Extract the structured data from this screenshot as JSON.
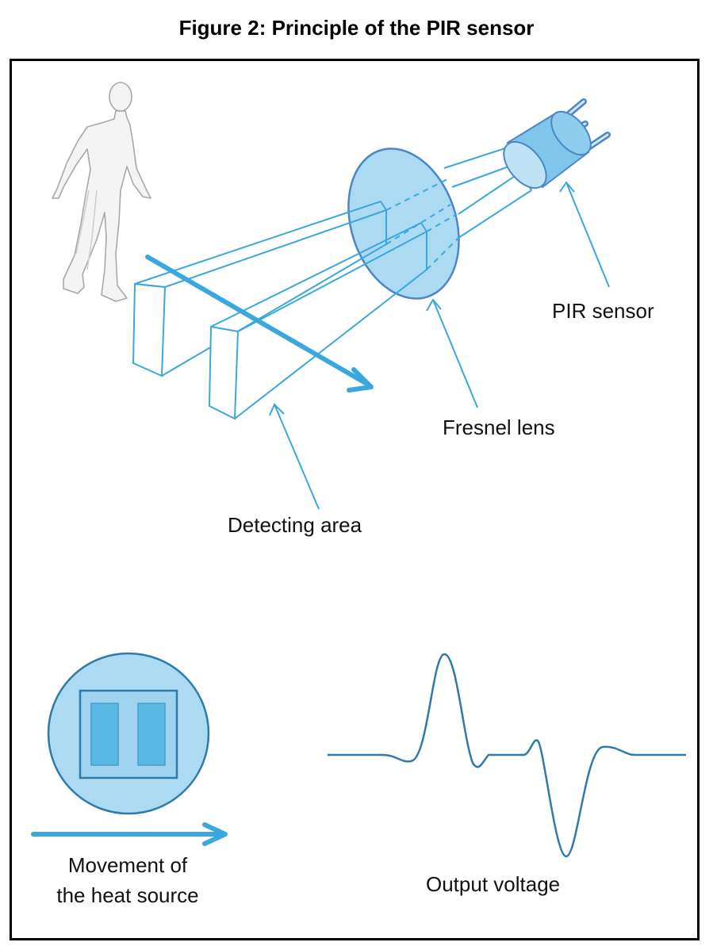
{
  "figure": {
    "title": "Figure 2: Principle of the PIR sensor"
  },
  "labels": {
    "pir_sensor": "PIR sensor",
    "fresnel_lens": "Fresnel lens",
    "detecting_area": "Detecting area",
    "movement_line1": "Movement of",
    "movement_line2": "the heat source",
    "output_voltage": "Output voltage"
  },
  "colors": {
    "accent_blue": "#3aa8dc",
    "lens_fill": "#acdaf2",
    "lens_stroke": "#4d86c6",
    "sensor_fill": "#7ec6ea",
    "element_fill": "#5ab8e4",
    "signal_stroke": "#2e7aa8"
  },
  "icons": {
    "person": "walking-person-icon",
    "sensor": "pir-sensor-icon"
  }
}
